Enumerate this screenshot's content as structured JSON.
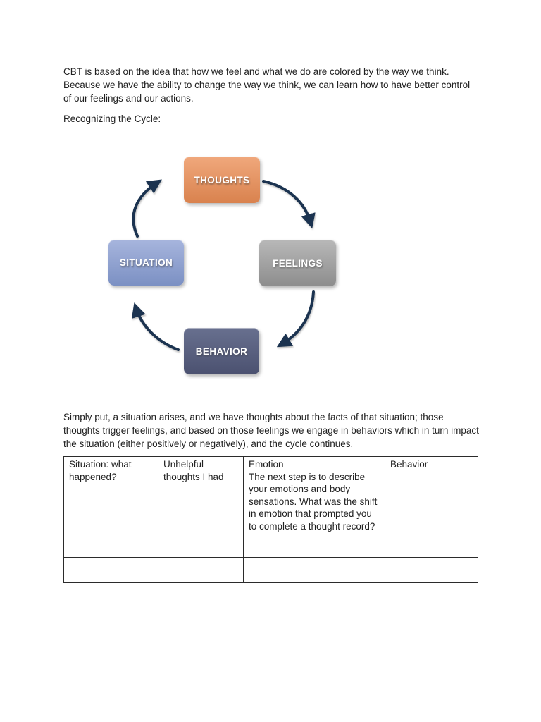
{
  "document": {
    "intro_paragraph": "CBT is based on the idea that how we feel and what we do are colored by the way we think. Because we have the ability to change the way we think, we can learn how to have better control of our feelings and our actions.",
    "cycle_heading": "Recognizing the Cycle:",
    "summary_paragraph": "Simply put, a situation arises, and we have thoughts about the facts of that situation; those thoughts trigger feelings, and based on those feelings we engage in behaviors which in turn impact the situation (either positively or negatively), and the cycle continues."
  },
  "diagram": {
    "type": "cycle",
    "direction": "clockwise",
    "arrow_color": "#1b3350",
    "nodes": {
      "thoughts": {
        "label": "THOUGHTS",
        "position": "top",
        "color_top": "#f0a87c",
        "color_bottom": "#d9824e"
      },
      "feelings": {
        "label": "FEELINGS",
        "position": "right",
        "color_top": "#b8b8b8",
        "color_bottom": "#8d8d8d"
      },
      "behavior": {
        "label": "BEHAVIOR",
        "position": "bottom",
        "color_top": "#68708f",
        "color_bottom": "#4b5170"
      },
      "situation": {
        "label": "SITUATION",
        "position": "left",
        "color_top": "#a7b5dd",
        "color_bottom": "#7b90c3"
      }
    }
  },
  "table": {
    "columns": [
      {
        "title": "Situation: what happened?",
        "sub": ""
      },
      {
        "title": "Unhelpful thoughts I had",
        "sub": ""
      },
      {
        "title": "Emotion",
        "sub": "The next step is to describe your emotions and body sensations. What was the shift in emotion that prompted you to complete a thought record?"
      },
      {
        "title": "Behavior",
        "sub": ""
      }
    ],
    "empty_row_count": 2
  }
}
